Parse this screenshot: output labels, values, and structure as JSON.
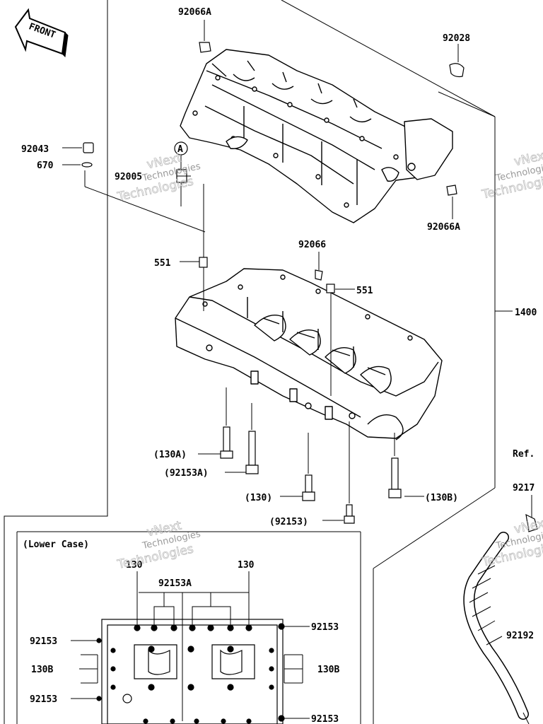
{
  "front_arrow": {
    "text": "FRONT"
  },
  "parts": {
    "p92066A_top": "92066A",
    "p92028": "92028",
    "p92043": "92043",
    "p670": "670",
    "p92005": "92005",
    "pA": "A",
    "p92066A_right": "92066A",
    "p551_left": "551",
    "p92066": "92066",
    "p551_right": "551",
    "p14001": "1400",
    "p130A": "(130A)",
    "p92153A_paren": "(92153A)",
    "p130_paren": "(130)",
    "p130B_paren": "(130B)",
    "p92153_paren": "(92153)",
    "ref": "Ref.",
    "p9217": "9217",
    "p92192": "92192"
  },
  "inset": {
    "title": "(Lower Case)",
    "labels": {
      "l130_left": "130",
      "l130_right": "130",
      "l92153A": "92153A",
      "l92153_left_top": "92153",
      "l130B_left": "130B",
      "l92153_left_bottom": "92153",
      "l92153_right_top": "92153",
      "l130B_right": "130B",
      "l92153_right_bottom": "92153"
    }
  },
  "watermark": {
    "line1": "vNext",
    "line2": "Technologies"
  }
}
